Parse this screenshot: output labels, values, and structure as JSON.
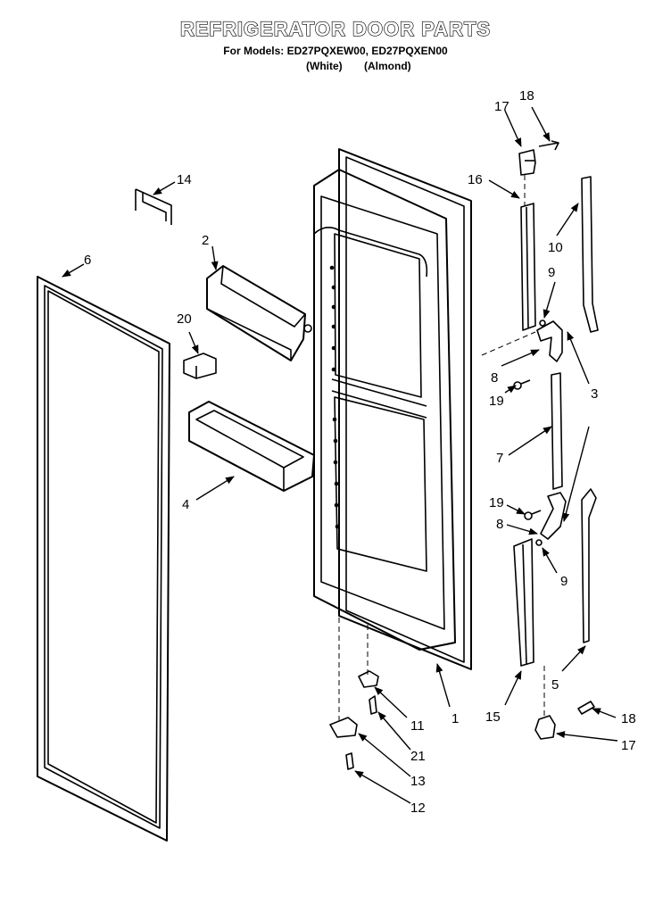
{
  "header": {
    "title": "REFRIGERATOR DOOR PARTS",
    "models": "For Models: ED27PQXEW00, ED27PQXEN00",
    "variant_white": "(White)",
    "variant_almond": "(Almond)"
  },
  "callouts": {
    "p1": "1",
    "p2": "2",
    "p3": "3",
    "p4": "4",
    "p5": "5",
    "p6": "6",
    "p7": "7",
    "p8a": "8",
    "p8b": "8",
    "p9a": "9",
    "p9b": "9",
    "p10": "10",
    "p11": "11",
    "p12": "12",
    "p13": "13",
    "p14": "14",
    "p15": "15",
    "p16": "16",
    "p17a": "17",
    "p17b": "17",
    "p18a": "18",
    "p18b": "18",
    "p19a": "19",
    "p19b": "19",
    "p20": "20",
    "p21": "21"
  }
}
